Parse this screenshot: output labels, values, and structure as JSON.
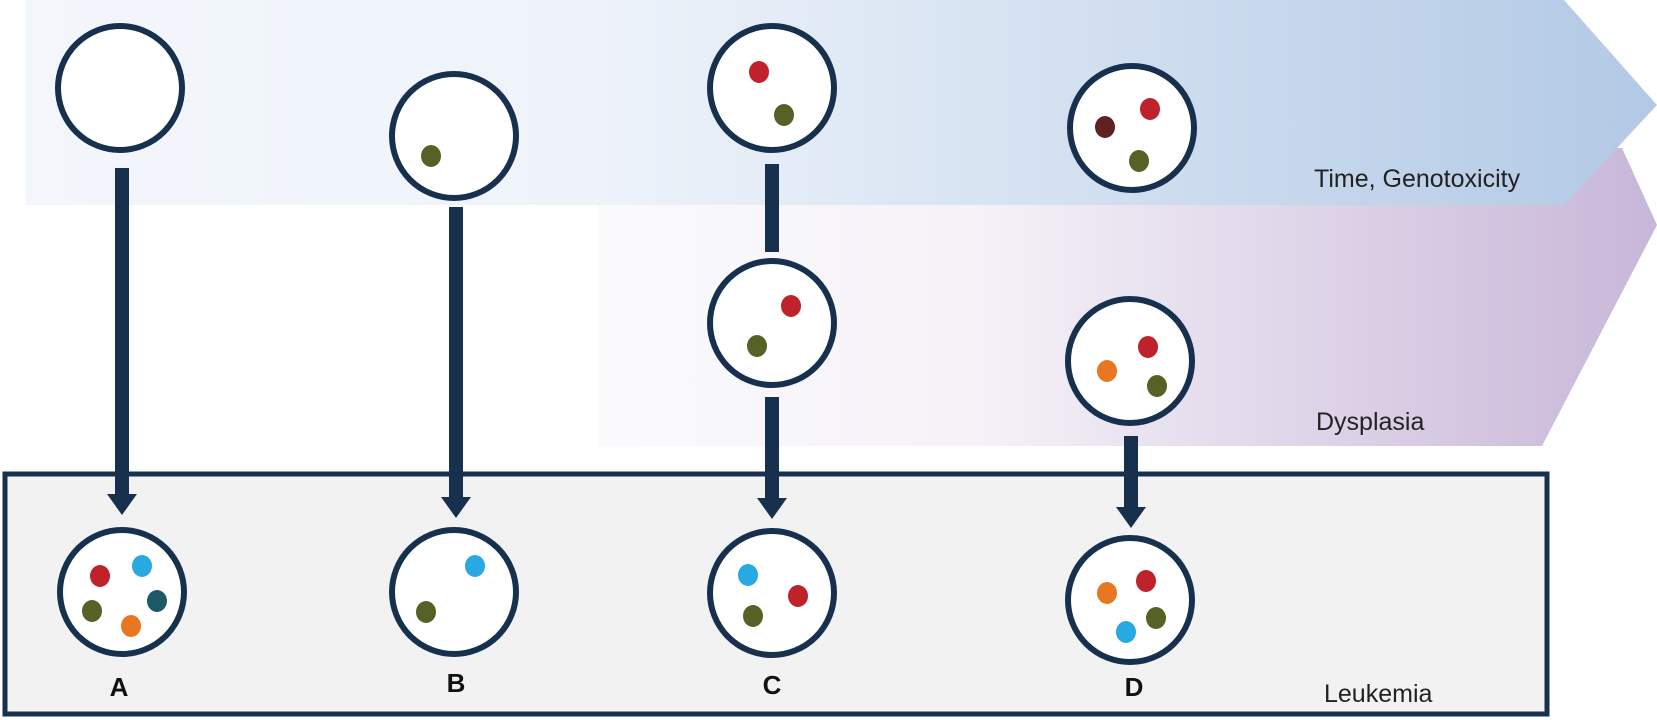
{
  "bands": {
    "time": {
      "label": "Time, Genotoxicity"
    },
    "dysplasia": {
      "label": "Dysplasia"
    },
    "leukemia": {
      "label": "Leukemia"
    }
  },
  "pathways": [
    {
      "letter": "A"
    },
    {
      "letter": "B"
    },
    {
      "letter": "C"
    },
    {
      "letter": "D"
    }
  ],
  "colors": {
    "outline": "#16304e",
    "time_band": "#b6cce6",
    "dysplasia_band": "#cbb9d9",
    "leukemia_box": "#f2f2f2",
    "mutation_red": "#c0222c",
    "mutation_olive": "#566126",
    "mutation_blue": "#29a9e1",
    "mutation_teal": "#1c5a6a",
    "mutation_orange": "#e87722",
    "mutation_brown": "#5e2220"
  }
}
